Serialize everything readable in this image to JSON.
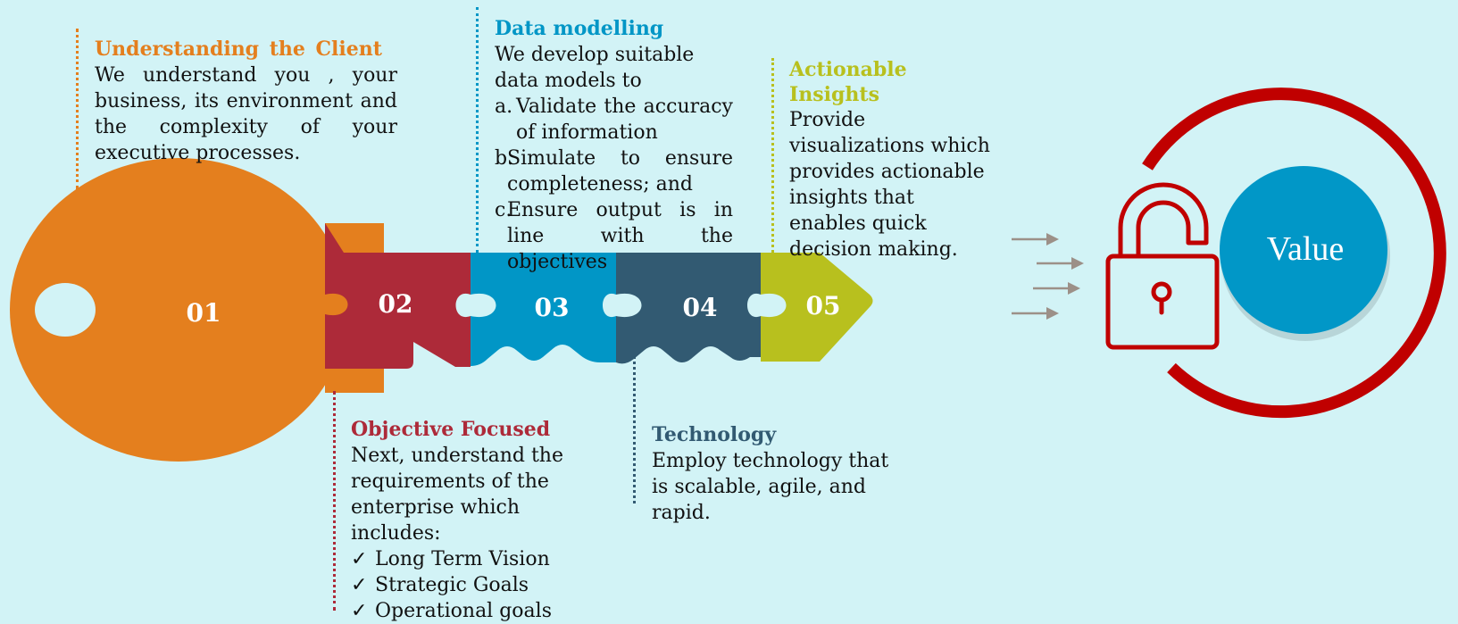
{
  "colors": {
    "background": "#d2f3f6",
    "step1": "#e47f1e",
    "step2": "#ad2a39",
    "step3": "#0196c6",
    "step4": "#325a72",
    "step5": "#b8c01e",
    "lock": "#c00000",
    "value_circle": "#0197c7",
    "arrows": "#9c9088"
  },
  "steps": [
    {
      "number": "01"
    },
    {
      "number": "02"
    },
    {
      "number": "03"
    },
    {
      "number": "04"
    },
    {
      "number": "05"
    }
  ],
  "understanding": {
    "title": "Understanding  the  Client",
    "text": "We understand you , your business, its environment and the complexity of your executive processes."
  },
  "data_modelling": {
    "title": "Data  modelling",
    "intro": "We develop suitable data models to",
    "items": [
      {
        "mark": "a.",
        "text": "Validate the accuracy of information"
      },
      {
        "mark": "b.",
        "text": "Simulate to ensure completeness; and"
      },
      {
        "mark": "c.",
        "text": "Ensure output is in line with the  objectives"
      }
    ]
  },
  "actionable": {
    "title": "Actionable Insights",
    "text": "Provide visualizations which provides actionable insights that enables quick decision making."
  },
  "objective": {
    "title": "Objective Focused",
    "text": "Next, understand the requirements of the enterprise which includes:",
    "check_glyph": "✓",
    "items": [
      "Long Term Vision",
      "Strategic Goals",
      "Operational goals"
    ]
  },
  "technology": {
    "title": "Technology",
    "text": "Employ technology that is scalable, agile, and rapid."
  },
  "value": {
    "label": "Value"
  },
  "icons": {
    "lock": "lock-icon",
    "arrow": "arrow-right-icon",
    "check": "check-icon"
  }
}
